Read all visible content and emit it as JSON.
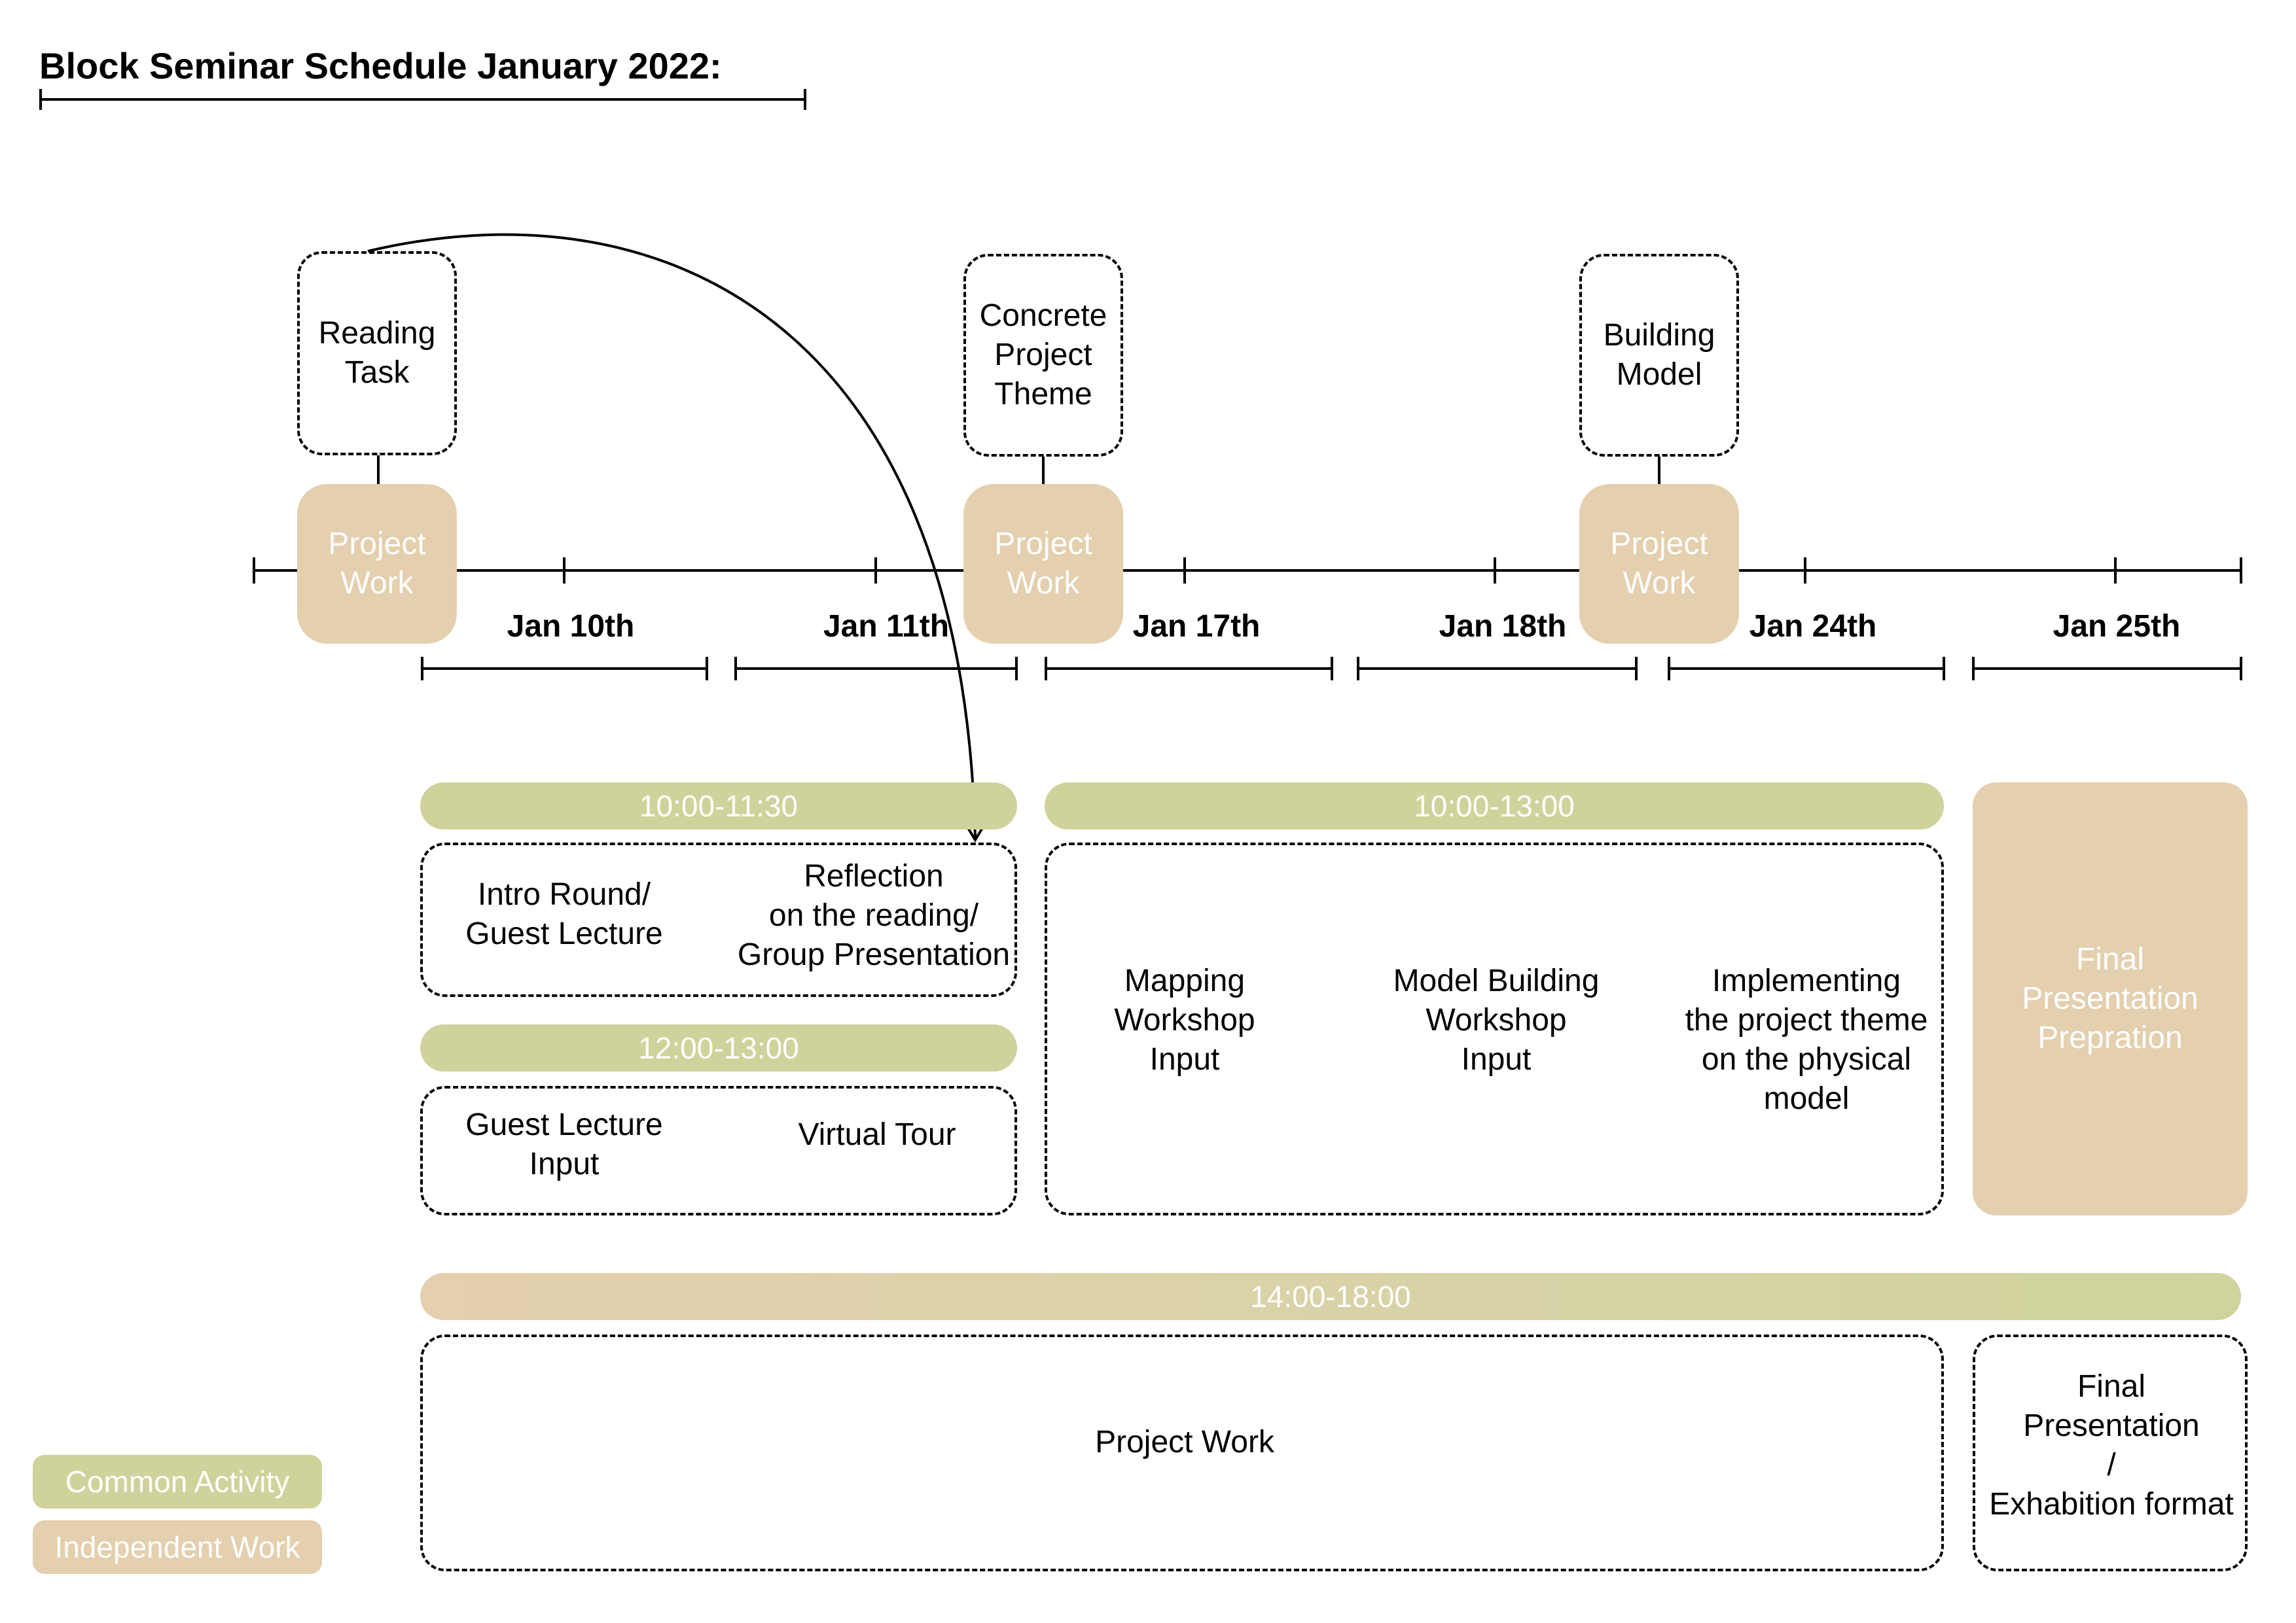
{
  "title": "Block Seminar Schedule January 2022:",
  "colors": {
    "common_activity": "#d0d29b",
    "independent_work": "#e4cfae",
    "text_on_fill": "#ffffff",
    "line": "#000000"
  },
  "dates": [
    "Jan 10th",
    "Jan 11th",
    "Jan 17th",
    "Jan 18th",
    "Jan 24th",
    "Jan 25th"
  ],
  "task_boxes": [
    {
      "text": "Reading\nTask"
    },
    {
      "text": "Concrete\nProject\nTheme"
    },
    {
      "text": "Building\nModel"
    }
  ],
  "project_work_nodes": [
    {
      "text": "Project\nWork"
    },
    {
      "text": "Project\nWork"
    },
    {
      "text": "Project\nWork"
    }
  ],
  "time_slots": {
    "morning_week1": "10:00-11:30",
    "midday_week1": "12:00-13:00",
    "morning_weeks2_3": "10:00-13:00",
    "afternoon": "14:00-18:00"
  },
  "activities": {
    "intro_round": "Intro Round/\nGuest Lecture",
    "reflection": "Reflection\non the reading/\nGroup Presentation",
    "guest_lecture_input": "Guest Lecture\nInput",
    "virtual_tour": "Virtual Tour",
    "mapping_workshop": "Mapping\nWorkshop\nInput",
    "model_building_workshop": "Model Building\nWorkshop\nInput",
    "implementing_theme": "Implementing\nthe project theme\non the physical\nmodel",
    "final_presentation_prep": "Final\nPresentation\nPrepration",
    "afternoon_project_work": "Project Work",
    "final_presentation_format": "Final\nPresentation\n/\nExhabition format"
  },
  "legend": [
    {
      "label": "Common Activity",
      "color": "#d0d29b"
    },
    {
      "label": "Independent Work",
      "color": "#e4cfae"
    }
  ]
}
